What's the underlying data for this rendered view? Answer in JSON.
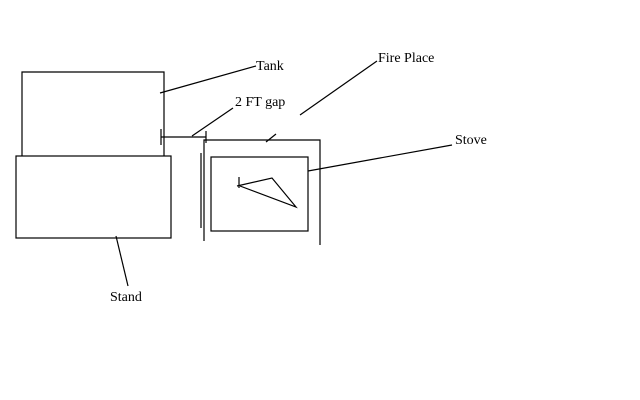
{
  "labels": {
    "tank": "Tank",
    "gap": "2 FT gap",
    "fireplace": "Fire Place",
    "stove": "Stove",
    "stand": "Stand"
  },
  "colors": {
    "ink": "#000000",
    "background": "#ffffff"
  }
}
